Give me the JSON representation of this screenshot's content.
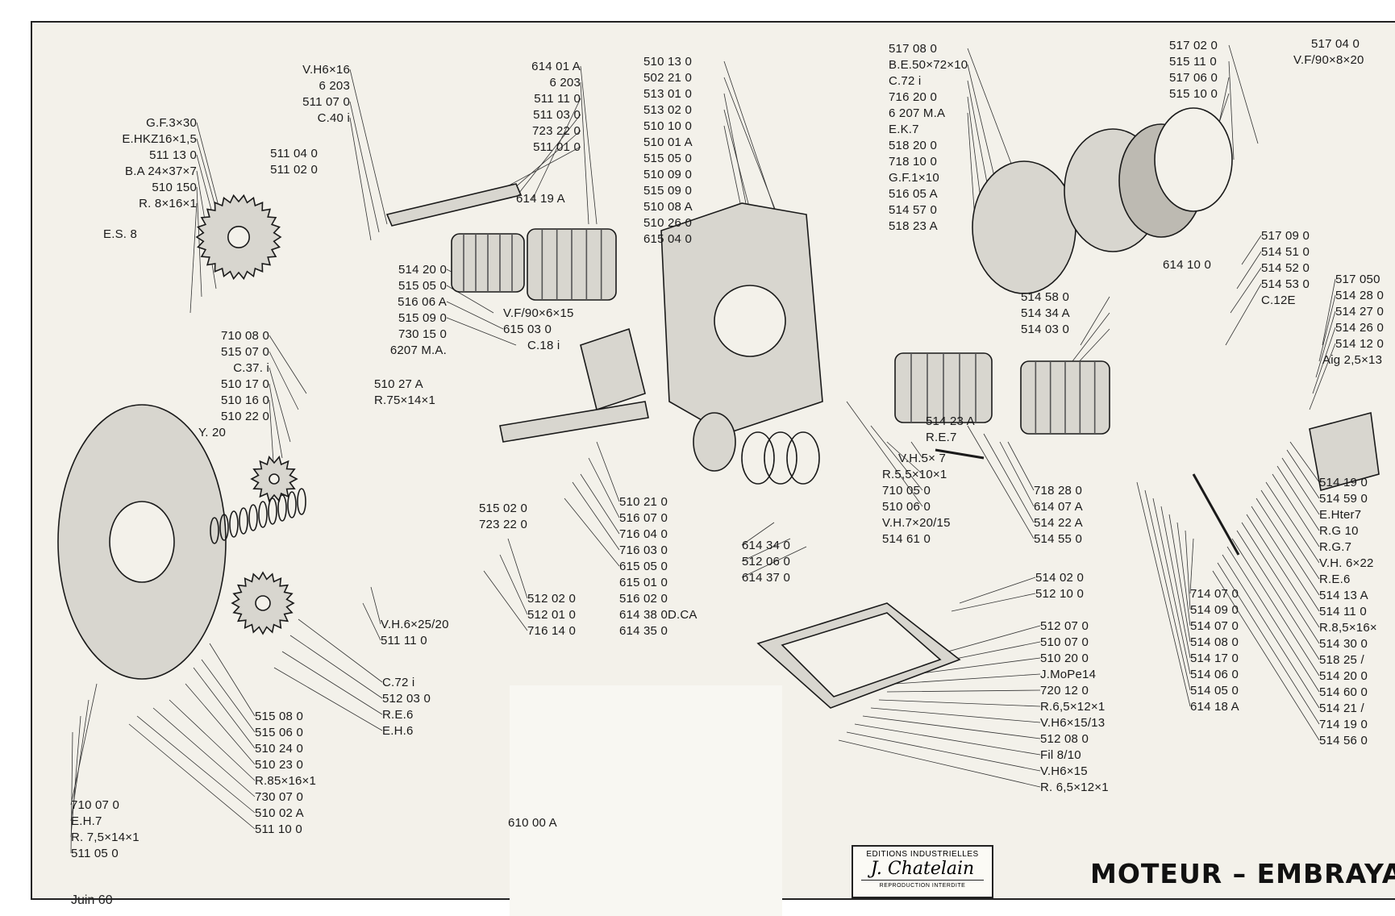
{
  "title": "MOTEUR – EMBRAYAG",
  "date": "Juin 60",
  "publisher": {
    "name": "EDITIONS INDUSTRIELLES",
    "signature": "J. Chatelain",
    "note": "REPRODUCTION INTERDITE"
  },
  "labels": {
    "left": [
      "G.F.3×30",
      "E.HKZ16×1,5",
      "511 13 0",
      "B.A 24×37×7",
      "510 150",
      "R. 8×16×1",
      "E.S. 8"
    ],
    "camshaft_top": [
      "V.H6×16",
      "6 203",
      "511 07 0",
      "C.40 i",
      "511 04 0",
      "511 02 0"
    ],
    "cam_center": [
      "614 01 A",
      "6 203",
      "511 11 0",
      "511 03 0",
      "723 22 0",
      "511 01 0",
      "614 19 A"
    ],
    "crankcase": [
      "510 13 0",
      "502 21 0",
      "513 01 0",
      "513 02 0",
      "510 10 0",
      "510 01 A",
      "515 05 0",
      "510 09 0",
      "515 09 0",
      "510 08 A",
      "510 26 0",
      "615 04 0"
    ],
    "clutch_top": [
      "517 08 0",
      "B.E.50×72×10",
      "C.72 i",
      "716 20 0",
      "6 207 M.A",
      "E.K.7",
      "518 20 0",
      "718 10 0",
      "G.F.1×10",
      "516 05 A",
      "514 57 0",
      "518 23 A"
    ],
    "flywheel_top": [
      "517 02 0",
      "515 11 0",
      "517 06 0",
      "515 10 0"
    ],
    "far_right_top": [
      "517 04 0",
      "V.F/90×8×20"
    ],
    "cyl_left": [
      "514 20 0",
      "515 05 0",
      "516 06 A",
      "515 09 0",
      "730 15 0",
      "6207 M.A."
    ],
    "mid_pieces": [
      "V.F/90×6×15",
      "615 03 0",
      "C.18 i"
    ],
    "left_mid": [
      "710 08 0",
      "515 07 0",
      "C.37. i",
      "510 17 0",
      "510 16 0",
      "510 22 0",
      "Y. 20"
    ],
    "cover_mid": [
      "510 27 A",
      "R.75×14×1"
    ],
    "right_upper": [
      "517 09 0",
      "514 51 0",
      "514 52 0",
      "514 53 0",
      "C.12E"
    ],
    "edge_right": [
      "517 050",
      "514 28 0",
      "514 27 0",
      "514 26 0",
      "514 12 0",
      "Aig 2,5×13"
    ],
    "head_right": [
      "614 10 0",
      "514 58 0",
      "514 34 A",
      "514 03 0"
    ],
    "small_center": [
      "514 23 A",
      "R.E.7"
    ],
    "valve": [
      "V.H.5× 7",
      "R.5,5×10×1",
      "710 05 0",
      "510 06 0",
      "V.H.7×20/15",
      "514 61 0"
    ],
    "cyl_right_low": [
      "718 28 0",
      "614 07 A",
      "514 22 A",
      "514 55 0"
    ],
    "rod_bottom": [
      "510 21 0",
      "516 07 0",
      "716 04 0",
      "716 03 0",
      "615 05 0",
      "615 01 0",
      "516 02 0",
      "614 38 0D.CA",
      "614 35 0"
    ],
    "pump_bottom": [
      "515 02 0",
      "723 22 0"
    ],
    "oil_pump": [
      "614 34 0",
      "512 06 0",
      "614 37 0"
    ],
    "lower_mid": [
      "512 02 0",
      "512 01 0",
      "716 14 0"
    ],
    "screw": [
      "V.H.6×25/20",
      "511 11 0"
    ],
    "gear_low": [
      "C.72 i",
      "512 03 0",
      "R.E.6",
      "E.H.6"
    ],
    "cover_bottom": [
      "515 08 0",
      "515 06 0",
      "510 24 0",
      "510 23 0",
      "R.85×16×1",
      "730 07 0",
      "510 02 A",
      "511 10 0"
    ],
    "far_left_bottom": [
      "710 07 0",
      "E.H.7",
      "R. 7,5×14×1",
      "511 05 0"
    ],
    "sump_top": [
      "514 02 0",
      "512 10 0"
    ],
    "sump": [
      "512 07 0",
      "510 07 0",
      "510 20 0",
      "J.MoPe14",
      "720 12 0",
      "R.6,5×12×1",
      "V.H6×15/13",
      "512 08 0",
      "Fil 8/10",
      "V.H6×15",
      "R. 6,5×12×1"
    ],
    "rocker_col": [
      "714 07 0",
      "514 09 0",
      "514 07 0",
      "514 08 0",
      "514 17 0",
      "514 06 0",
      "514 05 0",
      "614 18 A"
    ],
    "right_col": [
      "514 19 0",
      "514 59 0",
      "E.Hter7",
      "R.G 10",
      "R.G.7",
      "V.H. 6×22",
      "R.E.6",
      "514 13 A",
      "514 11 0",
      "R.8,5×16×",
      "514 30 0",
      "518 25 /",
      "514 20 0",
      "514 60 0",
      "514 21 /",
      "714 19 0",
      "514 56 0"
    ],
    "inset": [
      "610 00 A"
    ]
  }
}
